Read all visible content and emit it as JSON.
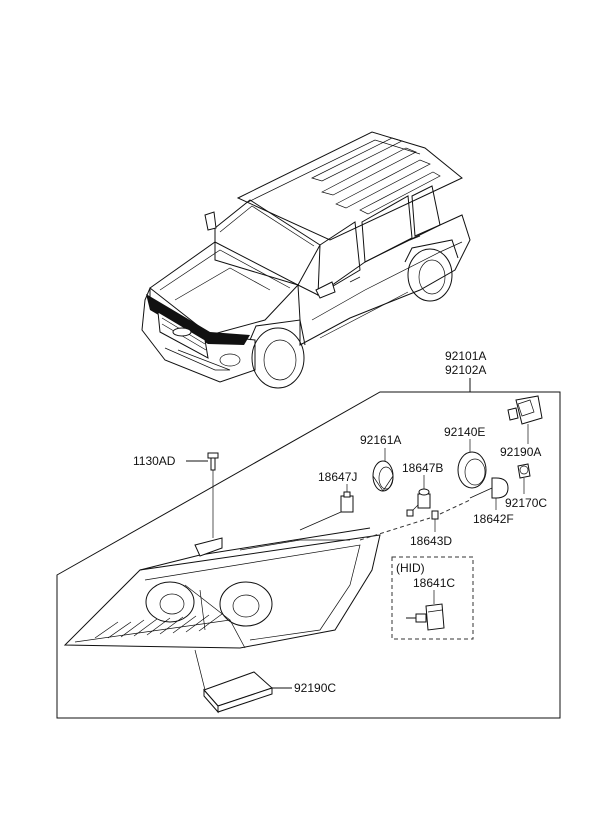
{
  "parts": {
    "headlamp_lh": "92101A",
    "headlamp_rh": "92102A",
    "bolt": "1130AD",
    "socket_cap": "92161A",
    "bulb_j": "18647J",
    "bulb_b": "18647B",
    "dust_cap": "92140E",
    "actuator": "92190A",
    "socket": "92170C",
    "bulb_f": "18642F",
    "bulb_d": "18643D",
    "hid_bulb": "18641C",
    "ballast": "92190C"
  },
  "hid_group": {
    "label": "(HID)"
  }
}
